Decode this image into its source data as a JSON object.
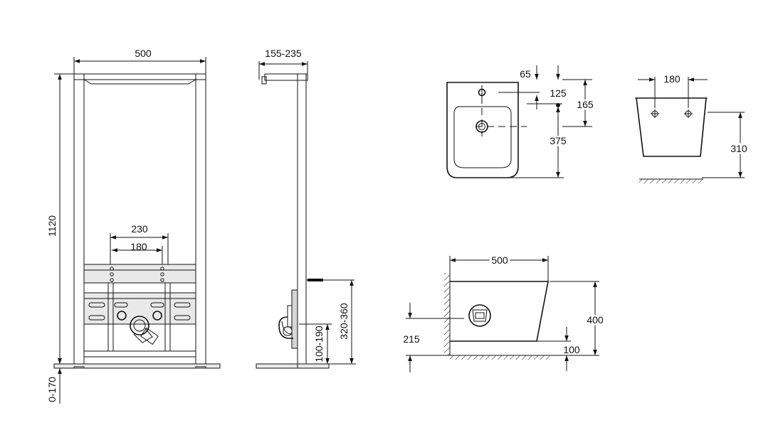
{
  "frame_front": {
    "width_label": "500",
    "height_label": "1120",
    "leg_label": "0-170",
    "outer_spacing_label": "230",
    "inner_spacing_label": "180"
  },
  "frame_side": {
    "depth_label": "155-235",
    "pipe_height_label": "320-360",
    "drain_height_label": "100-190"
  },
  "bidet_top": {
    "label_65": "65",
    "label_125": "125",
    "label_165": "165",
    "label_375": "375"
  },
  "bidet_rear": {
    "bolt_spacing_label": "180",
    "height_label": "310"
  },
  "bidet_side": {
    "length_label": "500",
    "height_label": "400",
    "inlet_height_label": "215",
    "bottom_label": "100"
  }
}
